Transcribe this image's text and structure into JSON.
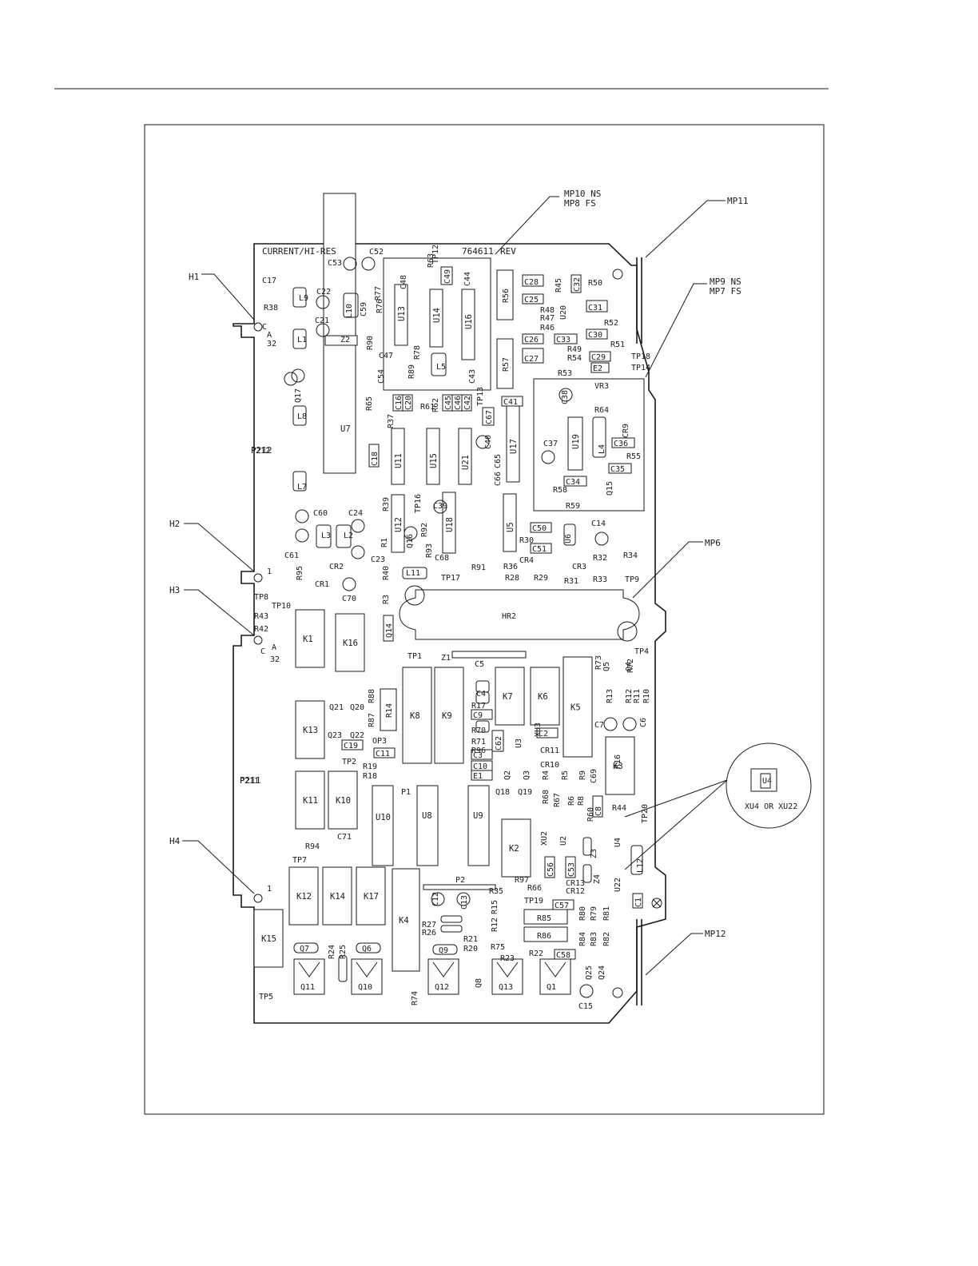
{
  "board": {
    "title": "CURRENT/HI-RES",
    "part_number": "764611",
    "rev": "REV"
  },
  "callouts": {
    "h1": "H1",
    "h2": "H2",
    "h3": "H3",
    "h4": "H4",
    "mp10": "MP10 NS",
    "mp8": "MP8 FS",
    "mp11": "MP11",
    "mp9": "MP9 NS",
    "mp7": "MP7 FS",
    "mp6": "MP6",
    "mp12": "MP12",
    "inset": "XU4 OR XU22",
    "inset_chip": "U4"
  },
  "connectors": {
    "p212": "P212",
    "p211": "P211",
    "pin_a": "A",
    "pin_c": "C",
    "pin_32": "32",
    "pin_1": "1"
  },
  "boxed_parts": [
    {
      "label": "C49"
    },
    {
      "label": "C28"
    },
    {
      "label": "C32"
    },
    {
      "label": "C25"
    },
    {
      "label": "C31"
    },
    {
      "label": "C33"
    },
    {
      "label": "C26"
    },
    {
      "label": "C30"
    },
    {
      "label": "C27"
    },
    {
      "label": "C29"
    },
    {
      "label": "E2"
    },
    {
      "label": "C41"
    },
    {
      "label": "C67"
    },
    {
      "label": "C16"
    },
    {
      "label": "C20"
    },
    {
      "label": "C45"
    },
    {
      "label": "C46"
    },
    {
      "label": "C42"
    },
    {
      "label": "C18"
    },
    {
      "label": "C36"
    },
    {
      "label": "C35"
    },
    {
      "label": "C34"
    },
    {
      "label": "C50"
    },
    {
      "label": "C51"
    },
    {
      "label": "C19"
    },
    {
      "label": "C11"
    },
    {
      "label": "C9"
    },
    {
      "label": "C62"
    },
    {
      "label": "C2"
    },
    {
      "label": "C3"
    },
    {
      "label": "C10"
    },
    {
      "label": "E1"
    },
    {
      "label": "C8"
    },
    {
      "label": "C56"
    },
    {
      "label": "C53"
    },
    {
      "label": "C57"
    },
    {
      "label": "C58"
    },
    {
      "label": "C1"
    }
  ],
  "relays": [
    {
      "label": "K1"
    },
    {
      "label": "K16"
    },
    {
      "label": "K13"
    },
    {
      "label": "K11"
    },
    {
      "label": "K10"
    },
    {
      "label": "K8"
    },
    {
      "label": "K9"
    },
    {
      "label": "K7"
    },
    {
      "label": "K6"
    },
    {
      "label": "K5"
    },
    {
      "label": "K3"
    },
    {
      "label": "K2"
    },
    {
      "label": "K12"
    },
    {
      "label": "K14"
    },
    {
      "label": "K17"
    },
    {
      "label": "K4"
    },
    {
      "label": "K15"
    }
  ],
  "ics": [
    {
      "label": "U7"
    },
    {
      "label": "U13"
    },
    {
      "label": "U14"
    },
    {
      "label": "U16"
    },
    {
      "label": "U11"
    },
    {
      "label": "U15"
    },
    {
      "label": "U21"
    },
    {
      "label": "U17"
    },
    {
      "label": "U19"
    },
    {
      "label": "U12"
    },
    {
      "label": "U18"
    },
    {
      "label": "U5"
    },
    {
      "label": "U10"
    },
    {
      "label": "U8"
    },
    {
      "label": "U9"
    }
  ],
  "resistors_boxed": [
    {
      "label": "R56"
    },
    {
      "label": "R57"
    },
    {
      "label": "R14"
    },
    {
      "label": "R85"
    },
    {
      "label": "R86"
    }
  ],
  "transistors": [
    {
      "label": "Q11"
    },
    {
      "label": "Q10"
    },
    {
      "label": "Q12"
    },
    {
      "label": "Q13"
    },
    {
      "label": "Q1"
    },
    {
      "label": "Q7"
    },
    {
      "label": "Q6"
    },
    {
      "label": "Q9"
    },
    {
      "label": "Q14"
    }
  ],
  "labels": [
    {
      "text": "C53"
    },
    {
      "text": "C52"
    },
    {
      "text": "C48"
    },
    {
      "text": "R63"
    },
    {
      "text": "TP12"
    },
    {
      "text": "C44"
    },
    {
      "text": "C17"
    },
    {
      "text": "L9"
    },
    {
      "text": "C22"
    },
    {
      "text": "L10"
    },
    {
      "text": "C59"
    },
    {
      "text": "R77"
    },
    {
      "text": "R76"
    },
    {
      "text": "R38"
    },
    {
      "text": "R45"
    },
    {
      "text": "R50"
    },
    {
      "text": "R48"
    },
    {
      "text": "U20"
    },
    {
      "text": "R47"
    },
    {
      "text": "R52"
    },
    {
      "text": "R46"
    },
    {
      "text": "R51"
    },
    {
      "text": "R49"
    },
    {
      "text": "R54"
    },
    {
      "text": "TP18"
    },
    {
      "text": "R53"
    },
    {
      "text": "TP14"
    },
    {
      "text": "C21"
    },
    {
      "text": "R90"
    },
    {
      "text": "L1"
    },
    {
      "text": "Z2"
    },
    {
      "text": "R78"
    },
    {
      "text": "C47"
    },
    {
      "text": "R89"
    },
    {
      "text": "L5"
    },
    {
      "text": "C43"
    },
    {
      "text": "C54"
    },
    {
      "text": "TP13"
    },
    {
      "text": "Q17"
    },
    {
      "text": "C38"
    },
    {
      "text": "VR3"
    },
    {
      "text": "R64"
    },
    {
      "text": "R65"
    },
    {
      "text": "R37"
    },
    {
      "text": "R61"
    },
    {
      "text": "R62"
    },
    {
      "text": "L8"
    },
    {
      "text": "CR9"
    },
    {
      "text": "C40"
    },
    {
      "text": "C65"
    },
    {
      "text": "C66"
    },
    {
      "text": "C37"
    },
    {
      "text": "L4"
    },
    {
      "text": "R55"
    },
    {
      "text": "P212"
    },
    {
      "text": "L7"
    },
    {
      "text": "R58"
    },
    {
      "text": "Q15"
    },
    {
      "text": "R59"
    },
    {
      "text": "R39"
    },
    {
      "text": "TP16"
    },
    {
      "text": "C39"
    },
    {
      "text": "C60"
    },
    {
      "text": "C24"
    },
    {
      "text": "L3"
    },
    {
      "text": "L2"
    },
    {
      "text": "Q16"
    },
    {
      "text": "R92"
    },
    {
      "text": "R1"
    },
    {
      "text": "C14"
    },
    {
      "text": "U6"
    },
    {
      "text": "R30"
    },
    {
      "text": "C61"
    },
    {
      "text": "C23"
    },
    {
      "text": "R93"
    },
    {
      "text": "C68"
    },
    {
      "text": "CR4"
    },
    {
      "text": "R32"
    },
    {
      "text": "R34"
    },
    {
      "text": "CR2"
    },
    {
      "text": "R95"
    },
    {
      "text": "CR1"
    },
    {
      "text": "R40"
    },
    {
      "text": "L11"
    },
    {
      "text": "TP17"
    },
    {
      "text": "R91"
    },
    {
      "text": "R36"
    },
    {
      "text": "R28"
    },
    {
      "text": "R29"
    },
    {
      "text": "CR3"
    },
    {
      "text": "R31"
    },
    {
      "text": "R33"
    },
    {
      "text": "TP9"
    },
    {
      "text": "C70"
    },
    {
      "text": "TP8"
    },
    {
      "text": "TP10"
    },
    {
      "text": "R3"
    },
    {
      "text": "HR2"
    },
    {
      "text": "R43"
    },
    {
      "text": "R42"
    },
    {
      "text": "TP1"
    },
    {
      "text": "Z1"
    },
    {
      "text": "C5"
    },
    {
      "text": "R73"
    },
    {
      "text": "TP4"
    },
    {
      "text": "Q5"
    },
    {
      "text": "Q4"
    },
    {
      "text": "R72"
    },
    {
      "text": "R88"
    },
    {
      "text": "C4"
    },
    {
      "text": "R13"
    },
    {
      "text": "R12"
    },
    {
      "text": "R11"
    },
    {
      "text": "R10"
    },
    {
      "text": "Q21"
    },
    {
      "text": "Q20"
    },
    {
      "text": "R17"
    },
    {
      "text": "R87"
    },
    {
      "text": "C7"
    },
    {
      "text": "C6"
    },
    {
      "text": "Q23"
    },
    {
      "text": "Q22"
    },
    {
      "text": "R70"
    },
    {
      "text": "U3"
    },
    {
      "text": "XU3"
    },
    {
      "text": "OP3"
    },
    {
      "text": "R71"
    },
    {
      "text": "R96"
    },
    {
      "text": "CR11"
    },
    {
      "text": "R16"
    },
    {
      "text": "TP2"
    },
    {
      "text": "CR10"
    },
    {
      "text": "R19"
    },
    {
      "text": "R18"
    },
    {
      "text": "Q2"
    },
    {
      "text": "Q3"
    },
    {
      "text": "R4"
    },
    {
      "text": "R5"
    },
    {
      "text": "R9"
    },
    {
      "text": "C69"
    },
    {
      "text": "P1"
    },
    {
      "text": "Q18"
    },
    {
      "text": "Q19"
    },
    {
      "text": "R68"
    },
    {
      "text": "R67"
    },
    {
      "text": "R6"
    },
    {
      "text": "R8"
    },
    {
      "text": "P211"
    },
    {
      "text": "R60"
    },
    {
      "text": "R44"
    },
    {
      "text": "TP20"
    },
    {
      "text": "C71"
    },
    {
      "text": "XU2"
    },
    {
      "text": "U2"
    },
    {
      "text": "U4"
    },
    {
      "text": "R94"
    },
    {
      "text": "Z3"
    },
    {
      "text": "TP7"
    },
    {
      "text": "R97"
    },
    {
      "text": "L12"
    },
    {
      "text": "P2"
    },
    {
      "text": "R35"
    },
    {
      "text": "R66"
    },
    {
      "text": "CR13"
    },
    {
      "text": "CR12"
    },
    {
      "text": "Z4"
    },
    {
      "text": "U22"
    },
    {
      "text": "C12"
    },
    {
      "text": "C13"
    },
    {
      "text": "R15"
    },
    {
      "text": "TP19"
    },
    {
      "text": "R80"
    },
    {
      "text": "R79"
    },
    {
      "text": "R81"
    },
    {
      "text": "R27"
    },
    {
      "text": "R26"
    },
    {
      "text": "R12"
    },
    {
      "text": "R84"
    },
    {
      "text": "R83"
    },
    {
      "text": "R82"
    },
    {
      "text": "R24"
    },
    {
      "text": "R25"
    },
    {
      "text": "R21"
    },
    {
      "text": "R20"
    },
    {
      "text": "R75"
    },
    {
      "text": "R23"
    },
    {
      "text": "R22"
    },
    {
      "text": "Q25"
    },
    {
      "text": "Q24"
    },
    {
      "text": "Q8"
    },
    {
      "text": "R74"
    },
    {
      "text": "C15"
    },
    {
      "text": "TP5"
    }
  ]
}
